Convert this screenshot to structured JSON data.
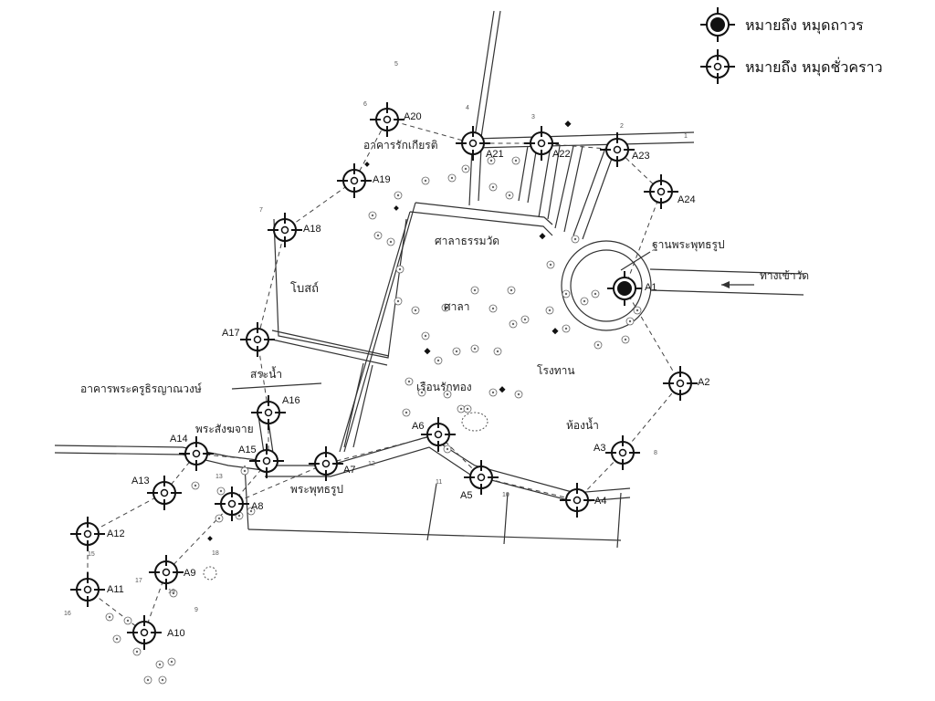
{
  "legend": {
    "permanent": "หมายถึง  หมุดถาวร",
    "temporary": "หมายถึง  หมุดชั่วคราว"
  },
  "places": {
    "affairs_building": "อาคารรักเกียรติ",
    "ubosot": "โบสถ์",
    "dharma_hall": "ศาลาธรรมวัด",
    "sala": "ศาลา",
    "buddha_base": "ฐานพระพุทธรูป",
    "entrance": "ทางเข้าวัด",
    "kitchen": "โรงทาน",
    "pond": "สระน้ำ",
    "monk_building": "อาคารพระครูธิรญาณวงษ์",
    "gold_house": "เรือนรักทอง",
    "toilet": "ห้องน้ำ",
    "sangkhajai": "พระสังฆจาย",
    "buddha_image": "พระพุทธรูป"
  },
  "stations": {
    "A1": "A1",
    "A2": "A2",
    "A3": "A3",
    "A4": "A4",
    "A5": "A5",
    "A6": "A6",
    "A7": "A7",
    "A8": "A8",
    "A9": "A9",
    "A10": "A10",
    "A11": "A11",
    "A12": "A12",
    "A13": "A13",
    "A14": "A14",
    "A15": "A15",
    "A16": "A16",
    "A17": "A17",
    "A18": "A18",
    "A19": "A19",
    "A20": "A20",
    "A21": "A21",
    "A22": "A22",
    "A23": "A23",
    "A24": "A24"
  },
  "parcel_numbers": {
    "n1": "1",
    "n2": "2",
    "n3": "3",
    "n4": "4",
    "n5": "5",
    "n6": "6",
    "n7": "7",
    "n8": "8",
    "n9": "9",
    "n10": "10",
    "n11": "11",
    "n12": "12",
    "n13": "13",
    "n15": "15",
    "n16": "16",
    "n17": "17",
    "n18": "18",
    "n19": "19"
  },
  "station_types": {
    "A1": "permanent",
    "others": "temporary"
  }
}
